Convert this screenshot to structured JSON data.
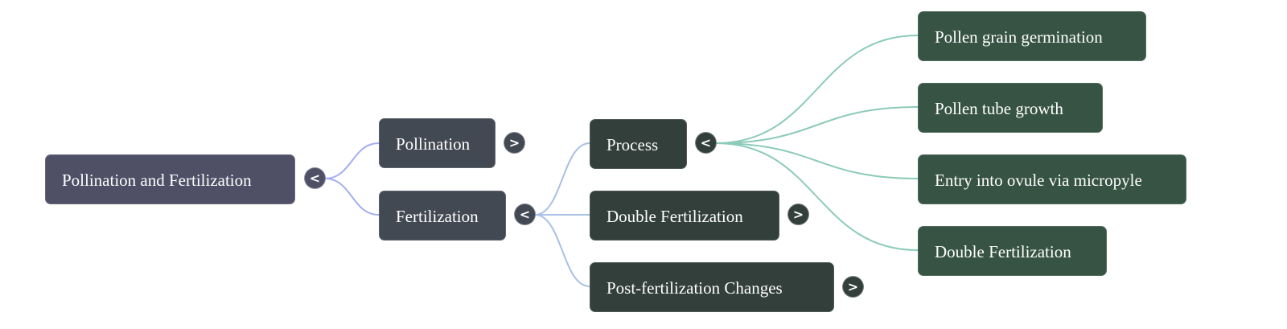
{
  "mindmap": {
    "root": {
      "label": "Pollination and Fertilization",
      "toggle": "<"
    },
    "level1": [
      {
        "label": "Pollination",
        "toggle": ">"
      },
      {
        "label": "Fertilization",
        "toggle": "<"
      }
    ],
    "level2": [
      {
        "label": "Process",
        "toggle": "<"
      },
      {
        "label": "Double Fertilization",
        "toggle": ">"
      },
      {
        "label": "Post-fertilization Changes",
        "toggle": ">"
      }
    ],
    "level3": [
      {
        "label": "Pollen grain germination"
      },
      {
        "label": "Pollen tube growth"
      },
      {
        "label": "Entry into ovule via micropyle"
      },
      {
        "label": "Double Fertilization"
      }
    ],
    "colors": {
      "root_edge": "#a3aef0",
      "fert_edge": "#a9c1e4",
      "process_edge": "#8ccbb9"
    }
  }
}
